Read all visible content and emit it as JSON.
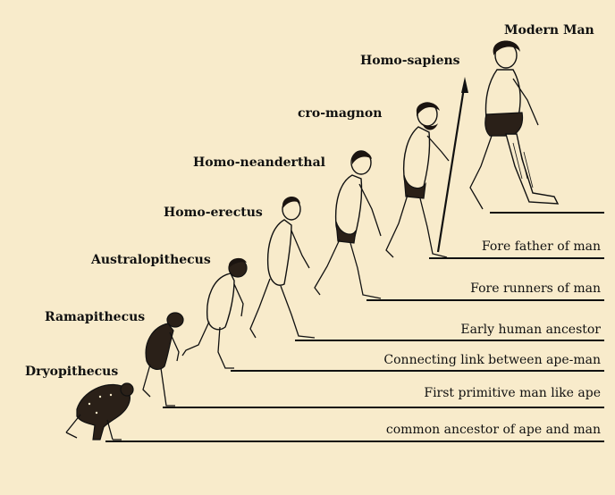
{
  "species": [
    "Dryopithecus",
    "Ramapithecus",
    "Australopithecus",
    "Homo-erectus",
    "Homo-neanderthal",
    "cro-magnon",
    "Homo-sapiens",
    "Modern Man"
  ],
  "stages": [
    "common ancestor of ape and man",
    "First primitive man like ape",
    "Connecting link between ape-man",
    "Early human ancestor",
    "Fore runners of man",
    "Fore father of man"
  ],
  "colors": {
    "background": "#f8ebcb",
    "ink": "#111111"
  }
}
